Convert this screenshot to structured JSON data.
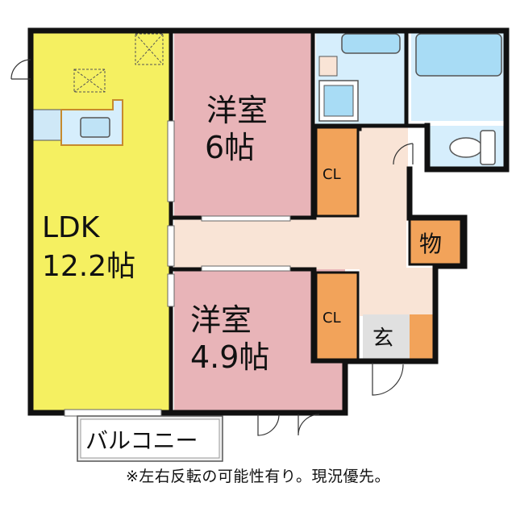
{
  "rooms": {
    "ldk_name": "LDK",
    "ldk_size": "12.2帖",
    "western1_name": "洋室",
    "western1_size": "6帖",
    "western2_name": "洋室",
    "western2_size": "4.9帖",
    "closet1": "CL",
    "closet2": "CL",
    "storage": "物",
    "entrance": "玄",
    "balcony": "バルコニー"
  },
  "note": "※左右反転の可能性有り。現況優先。",
  "colors": {
    "ldk": "#f5f061",
    "western": "#e8b4b8",
    "closet": "#f2a35a",
    "corridor": "#f9e4d6",
    "wet": "#d6eefc",
    "wall": "#111111"
  }
}
